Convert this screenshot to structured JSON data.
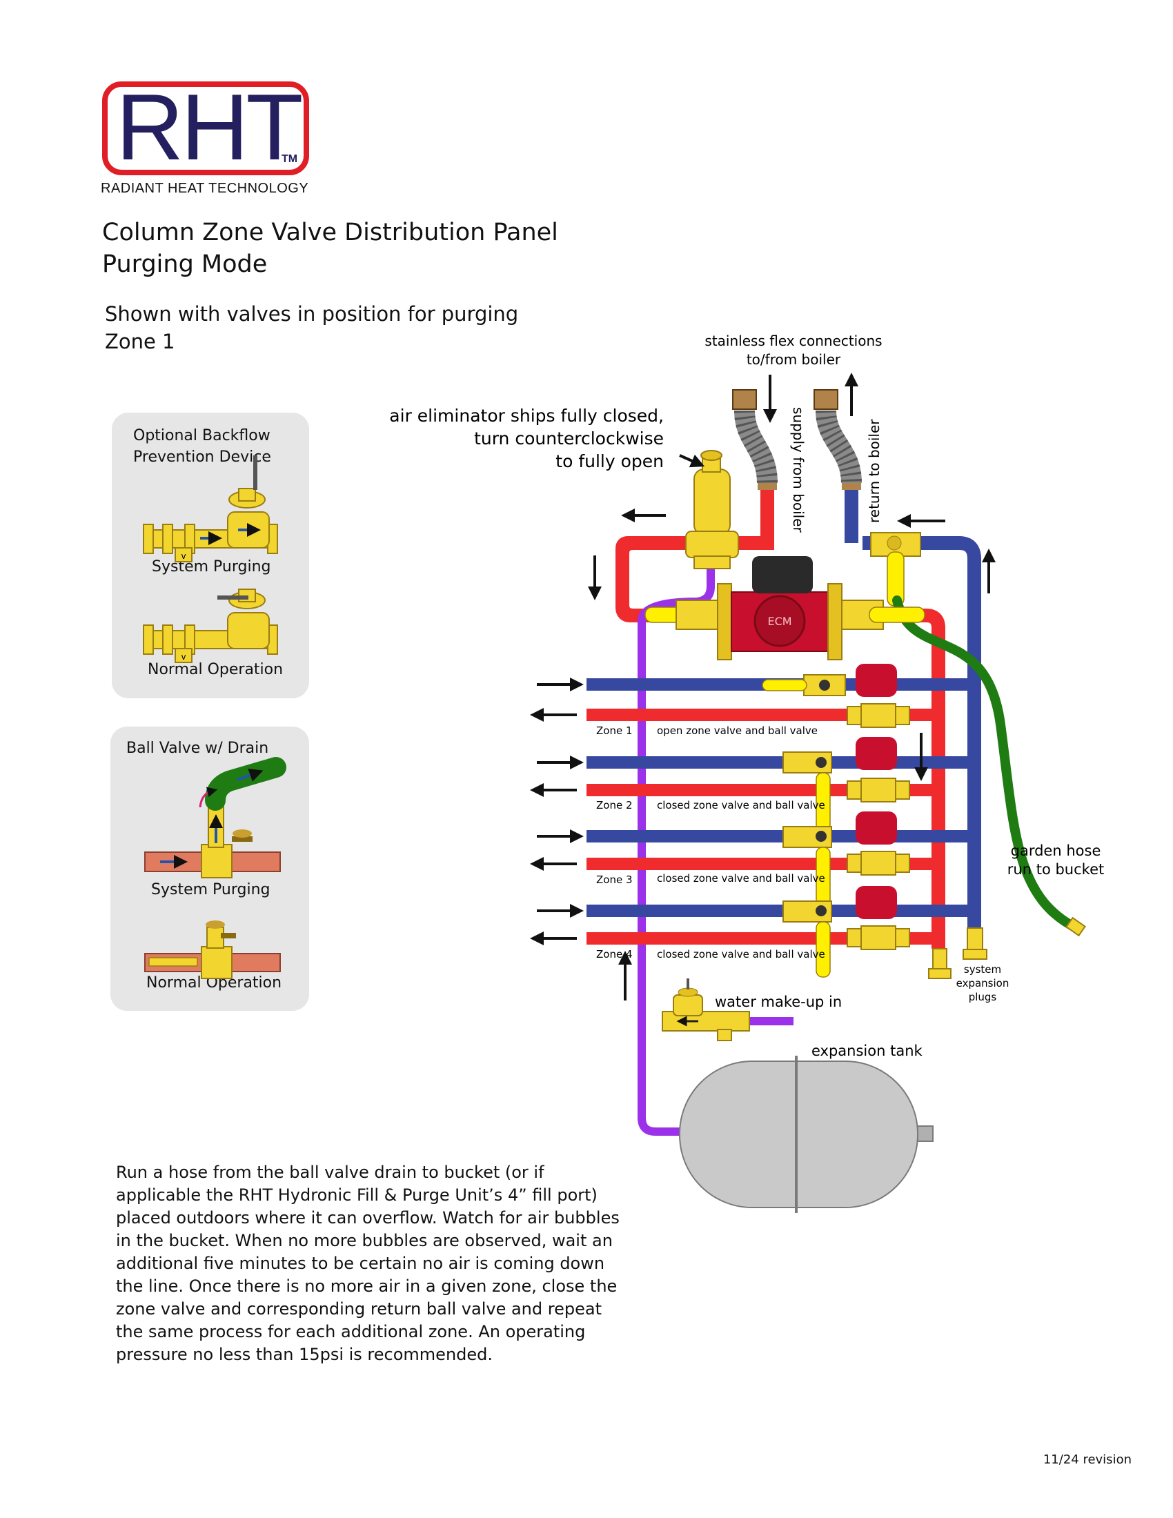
{
  "logo": {
    "letters": "RHT",
    "trademark": "TM",
    "tagline": "RADIANT HEAT TECHNOLOGY"
  },
  "header": {
    "title_line1": "Column Zone Valve Distribution Panel",
    "title_line2": "Purging Mode",
    "subtitle_line1": "Shown with valves in position for purging",
    "subtitle_line2": "Zone 1"
  },
  "backflow_panel": {
    "title_line1": "Optional Backflow",
    "title_line2": "Prevention Device",
    "caption_purging": "System Purging",
    "caption_normal": "Normal Operation"
  },
  "ballvalve_panel": {
    "title": "Ball Valve w/ Drain",
    "caption_purging": "System Purging",
    "caption_normal": "Normal Operation"
  },
  "diagram": {
    "flex_label_line1": "stainless flex connections",
    "flex_label_line2": "to/from boiler",
    "supply_label": "supply from boiler",
    "return_label": "return to boiler",
    "air_elim_line1": "air eliminator ships fully closed,",
    "air_elim_line2": "turn counterclockwise",
    "air_elim_line3": "to fully open",
    "pump_label": "ECM",
    "zones": [
      {
        "name": "Zone 1",
        "status": "open zone valve and ball valve"
      },
      {
        "name": "Zone 2",
        "status": "closed zone valve and ball valve"
      },
      {
        "name": "Zone 3",
        "status": "closed zone valve and ball valve"
      },
      {
        "name": "Zone 4",
        "status": "closed zone valve and ball valve"
      }
    ],
    "garden_hose_line1": "garden hose",
    "garden_hose_line2": "run to bucket",
    "plugs_line1": "system",
    "plugs_line2": "expansion",
    "plugs_line3": "plugs",
    "makeup_label": "water make-up in",
    "tank_label": "expansion tank"
  },
  "instructions": "Run a hose from the ball valve drain to bucket (or if applicable the RHT Hydronic Fill & Purge Unit’s 4” fill port) placed outdoors where it can overflow. Watch for air bubbles in the bucket. When no more bubbles are observed, wait an additional five minutes to be certain no air is coming down the line. Once there is no more air in a given zone, close the zone valve and corresponding return ball valve and repeat the same process for each additional zone. An operating pressure no less than 15psi is recommended.",
  "revision": "11/24 revision",
  "colors": {
    "supply_red": "#ef2b2d",
    "return_blue": "#3748a0",
    "purple_line": "#9b32ea",
    "brass": "#f3d530",
    "hose_green": "#1f7c12",
    "logo_red": "#e01e26",
    "logo_navy": "#24205f",
    "panel_gray": "#e6e6e7",
    "tank_gray": "#c9c9ca",
    "zone_valve_red": "#c8102e"
  }
}
